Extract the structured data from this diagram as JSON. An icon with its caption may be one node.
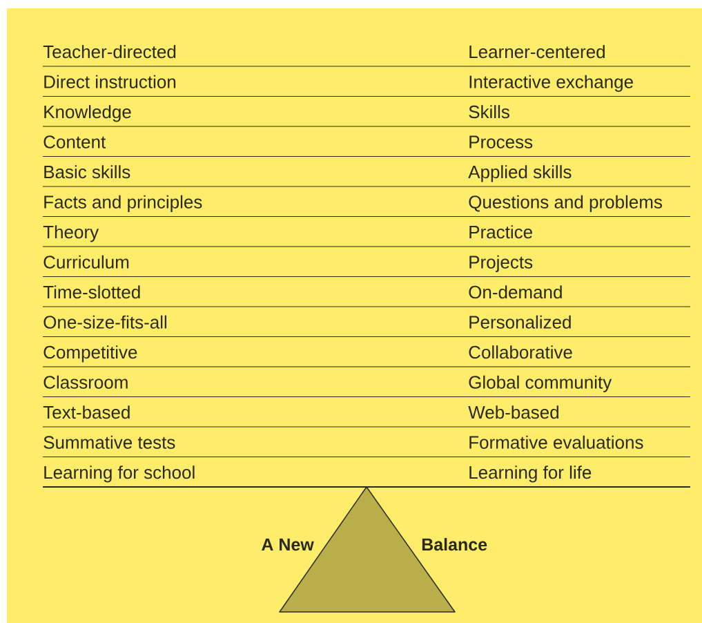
{
  "diagram": {
    "labels": [
      "Teacher-directed",
      "Learner-centered",
      "Direct instruction",
      "Interactive exchange",
      "Knowledge",
      "Skills",
      "Content",
      "Process",
      "Basic skills",
      "Applied skills",
      "Facts and principles",
      "Questions and problems",
      "Theory",
      "Practice",
      "Curriculum",
      "Projects",
      "Time-slotted",
      "On-demand",
      "One-size-fits-all",
      "Personalized",
      "Competitive",
      "Collaborative",
      "Classroom",
      "Global community",
      "Text-based",
      "Web-based",
      "Summative tests",
      "Formative evaluations",
      "Learning for school",
      "Learning for life",
      "A New",
      "Balance"
    ]
  }
}
